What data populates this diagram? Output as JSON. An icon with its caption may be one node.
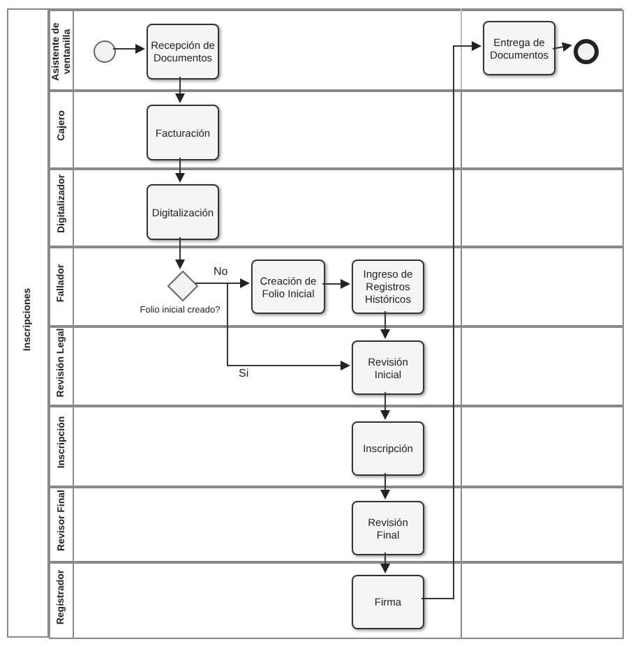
{
  "diagram": {
    "nodes": [
      {
        "text": [
          "Inscripciones"
        ]
      },
      {
        "text": [
          "Asistente de ventanilla"
        ],
        "in": 0
      },
      {
        "text": [
          "Cajero"
        ],
        "in": 0
      },
      {
        "text": [
          "Digitalizador"
        ],
        "in": 0
      },
      {
        "text": [
          "Fallador"
        ],
        "in": 0
      },
      {
        "text": [
          "Revisión Legal"
        ],
        "in": 0
      },
      {
        "text": [
          "Inscripción"
        ],
        "in": 0
      },
      {
        "text": [
          "Revisor Final"
        ],
        "in": 0
      },
      {
        "text": [
          "Registrador"
        ],
        "in": 0
      },
      {
        "text": [],
        "shape": "circle",
        "in": 1
      },
      {
        "text": [
          "Recepción de Documentos"
        ],
        "in": 1
      },
      {
        "text": [
          "Facturación"
        ],
        "in": 2
      },
      {
        "text": [
          "Digitalización"
        ],
        "in": 3
      },
      {
        "text": [],
        "shape": "diamond",
        "in": 4,
        "beside": [
          "Folio inicial creado?"
        ]
      },
      {
        "text": [
          "Creación de Folio Inicial"
        ],
        "in": 4
      },
      {
        "text": [
          "Ingreso de Registros Históricos"
        ],
        "in": 4
      },
      {
        "text": [
          "Revisión Inicial"
        ],
        "in": 5
      },
      {
        "text": [
          "Inscripción"
        ],
        "in": 6
      },
      {
        "text": [
          "Revisión Final"
        ],
        "in": 7
      },
      {
        "text": [
          "Firma"
        ],
        "in": 8
      },
      {
        "text": [
          "Entrega de Documentos"
        ],
        "in": 1
      },
      {
        "text": [],
        "shape": "circle",
        "in": 1
      }
    ],
    "edges": [
      {
        "from": 9,
        "to": 10,
        "arrow": "to"
      },
      {
        "from": 10,
        "to": 11,
        "arrow": "to"
      },
      {
        "from": 11,
        "to": 12,
        "arrow": "to"
      },
      {
        "from": 12,
        "to": 13,
        "arrow": "to"
      },
      {
        "from": 13,
        "to": 14,
        "arrow": "to",
        "label": "No"
      },
      {
        "from": 14,
        "to": 15,
        "arrow": "to"
      },
      {
        "from": 15,
        "to": 16,
        "arrow": "to"
      },
      {
        "from": 13,
        "to": 16,
        "arrow": "to",
        "label": "Si"
      },
      {
        "from": 16,
        "to": 17,
        "arrow": "to"
      },
      {
        "from": 17,
        "to": 18,
        "arrow": "to"
      },
      {
        "from": 18,
        "to": 19,
        "arrow": "to"
      },
      {
        "from": 19,
        "to": 20,
        "arrow": "to"
      },
      {
        "from": 20,
        "to": 21,
        "arrow": "to"
      }
    ]
  }
}
